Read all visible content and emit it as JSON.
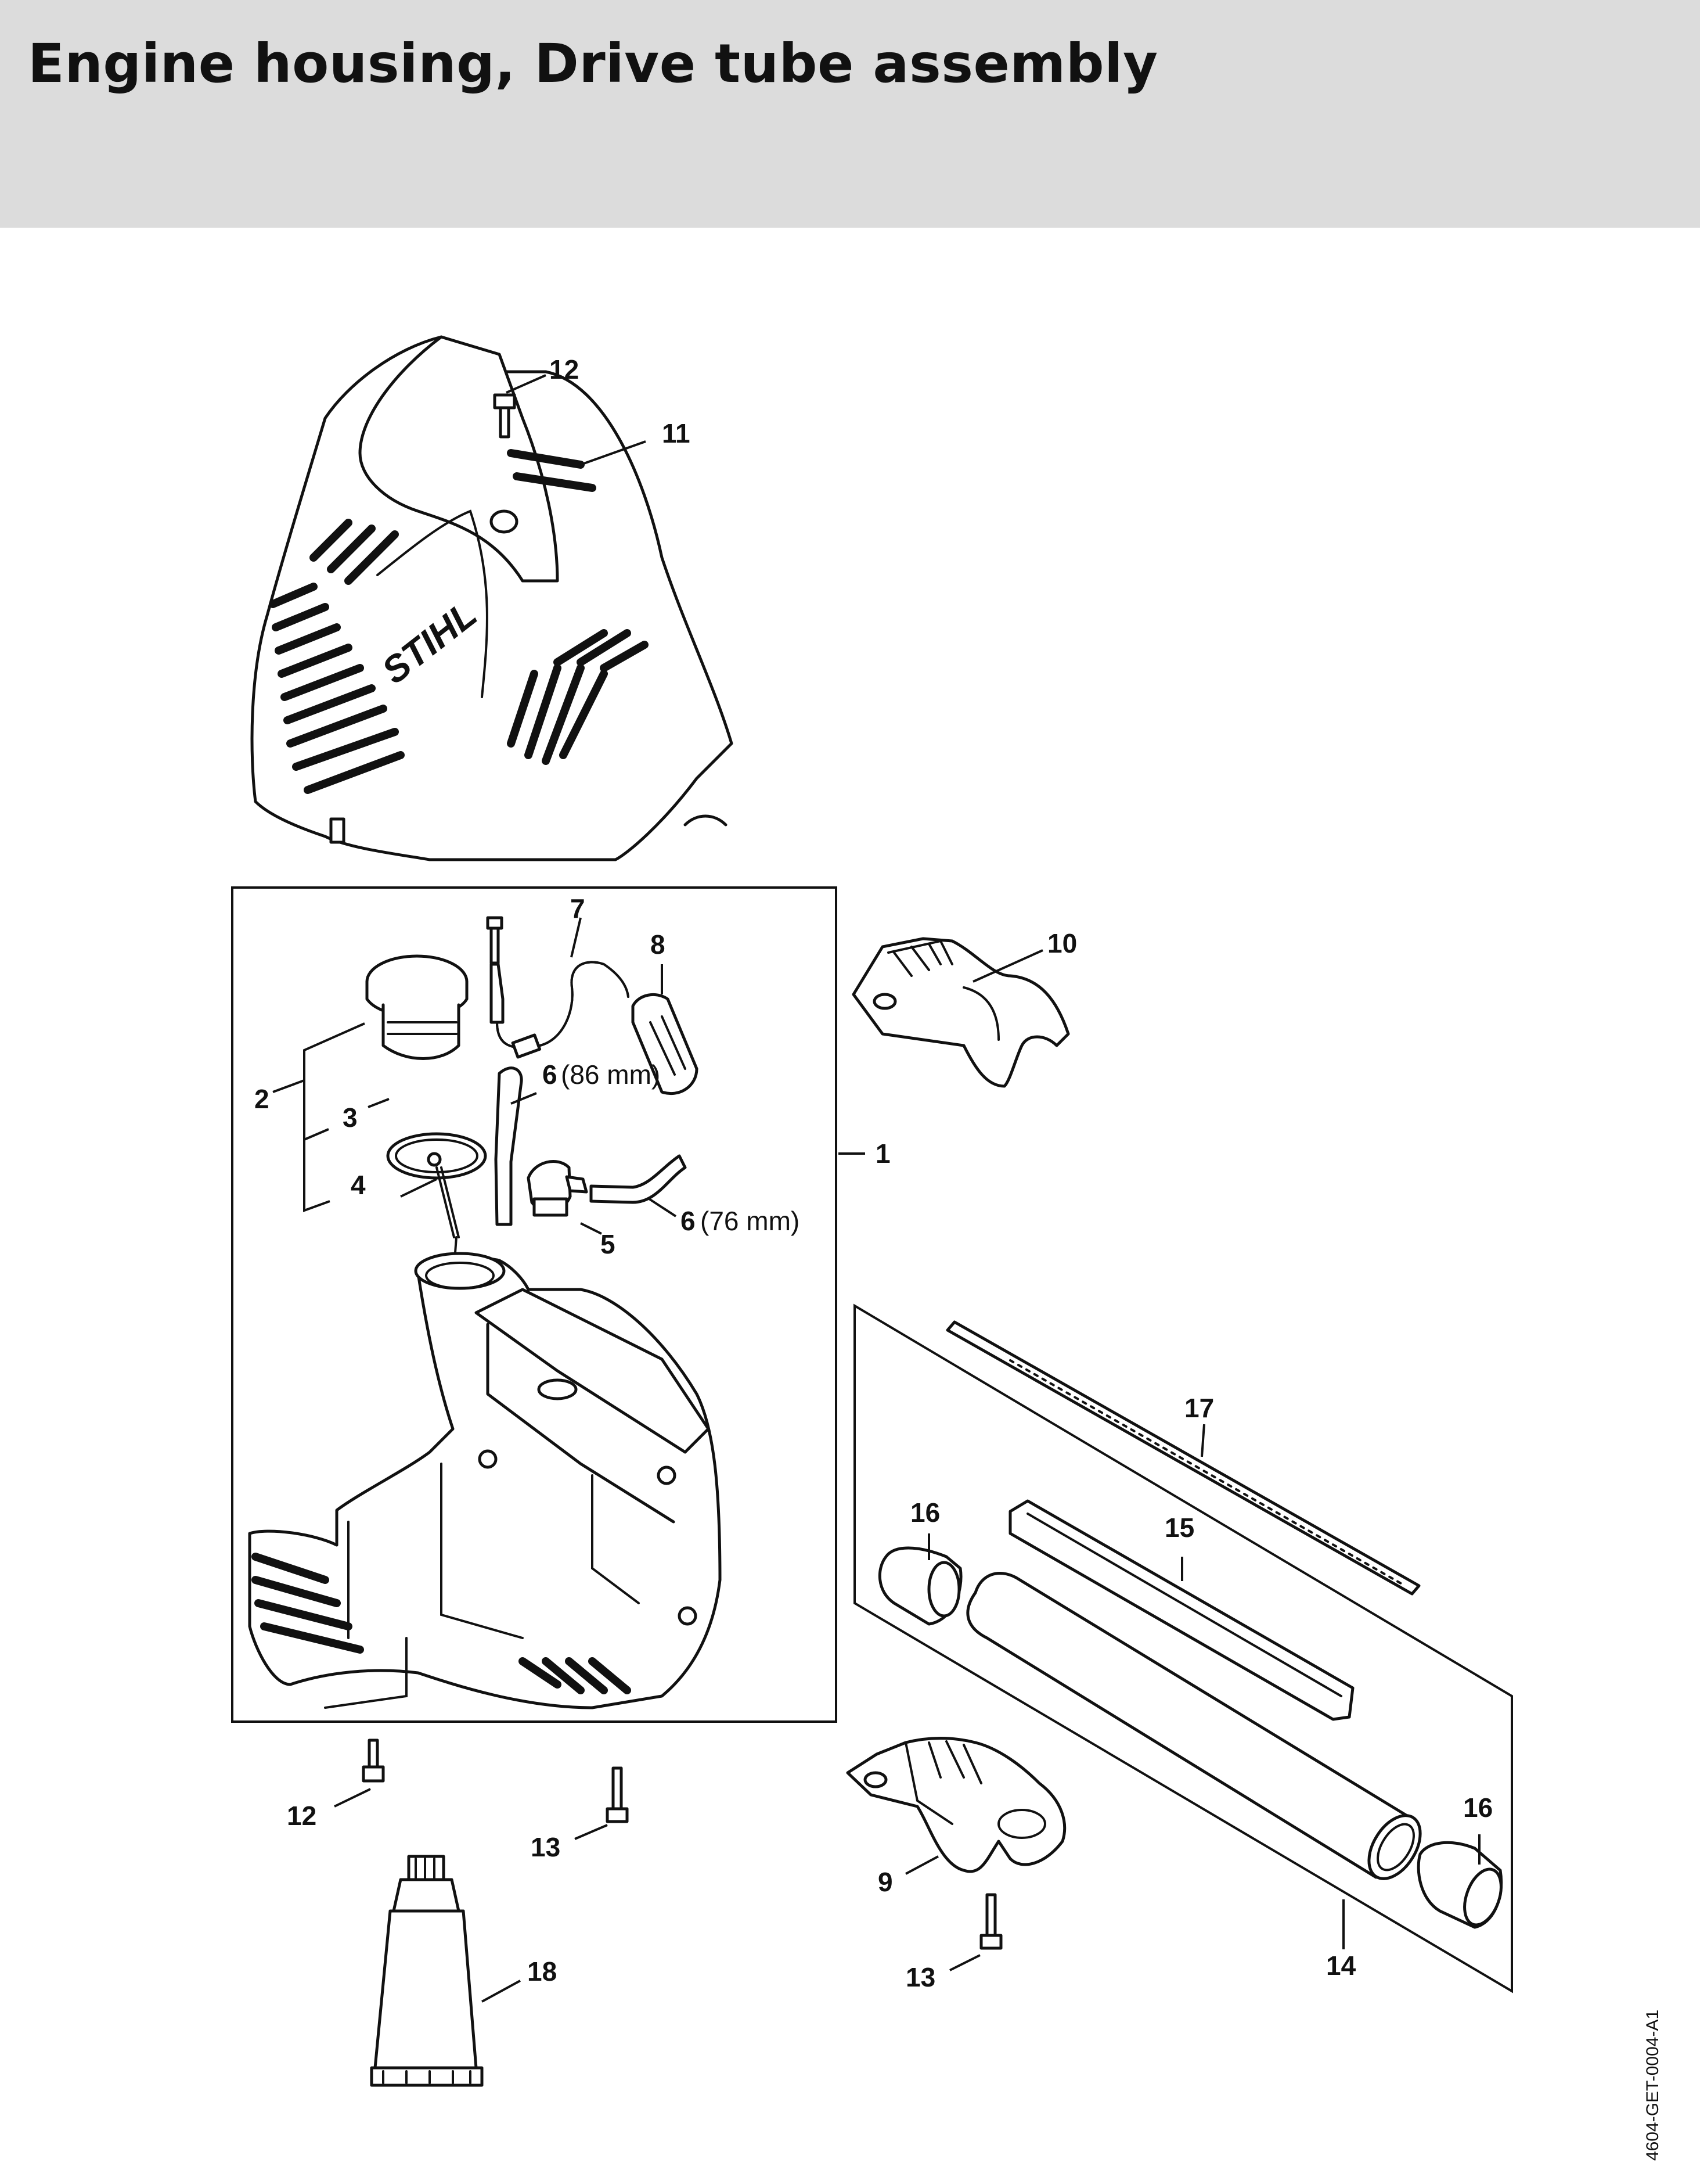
{
  "page": {
    "title": "Engine housing, Drive tube assembly",
    "drawing_code": "4604-GET-0004-A1"
  },
  "logo": {
    "text": "STIHL"
  },
  "callouts": {
    "c1": "1",
    "c2": "2",
    "c3": "3",
    "c4": "4",
    "c5": "5",
    "c6a": "6",
    "c6a_size": "(86 mm)",
    "c6b": "6",
    "c6b_size": "(76 mm)",
    "c7": "7",
    "c8": "8",
    "c9": "9",
    "c10": "10",
    "c11": "11",
    "c12a": "12",
    "c12b": "12",
    "c13a": "13",
    "c13b": "13",
    "c14": "14",
    "c15": "15",
    "c16a": "16",
    "c16b": "16",
    "c17": "17",
    "c18": "18"
  }
}
